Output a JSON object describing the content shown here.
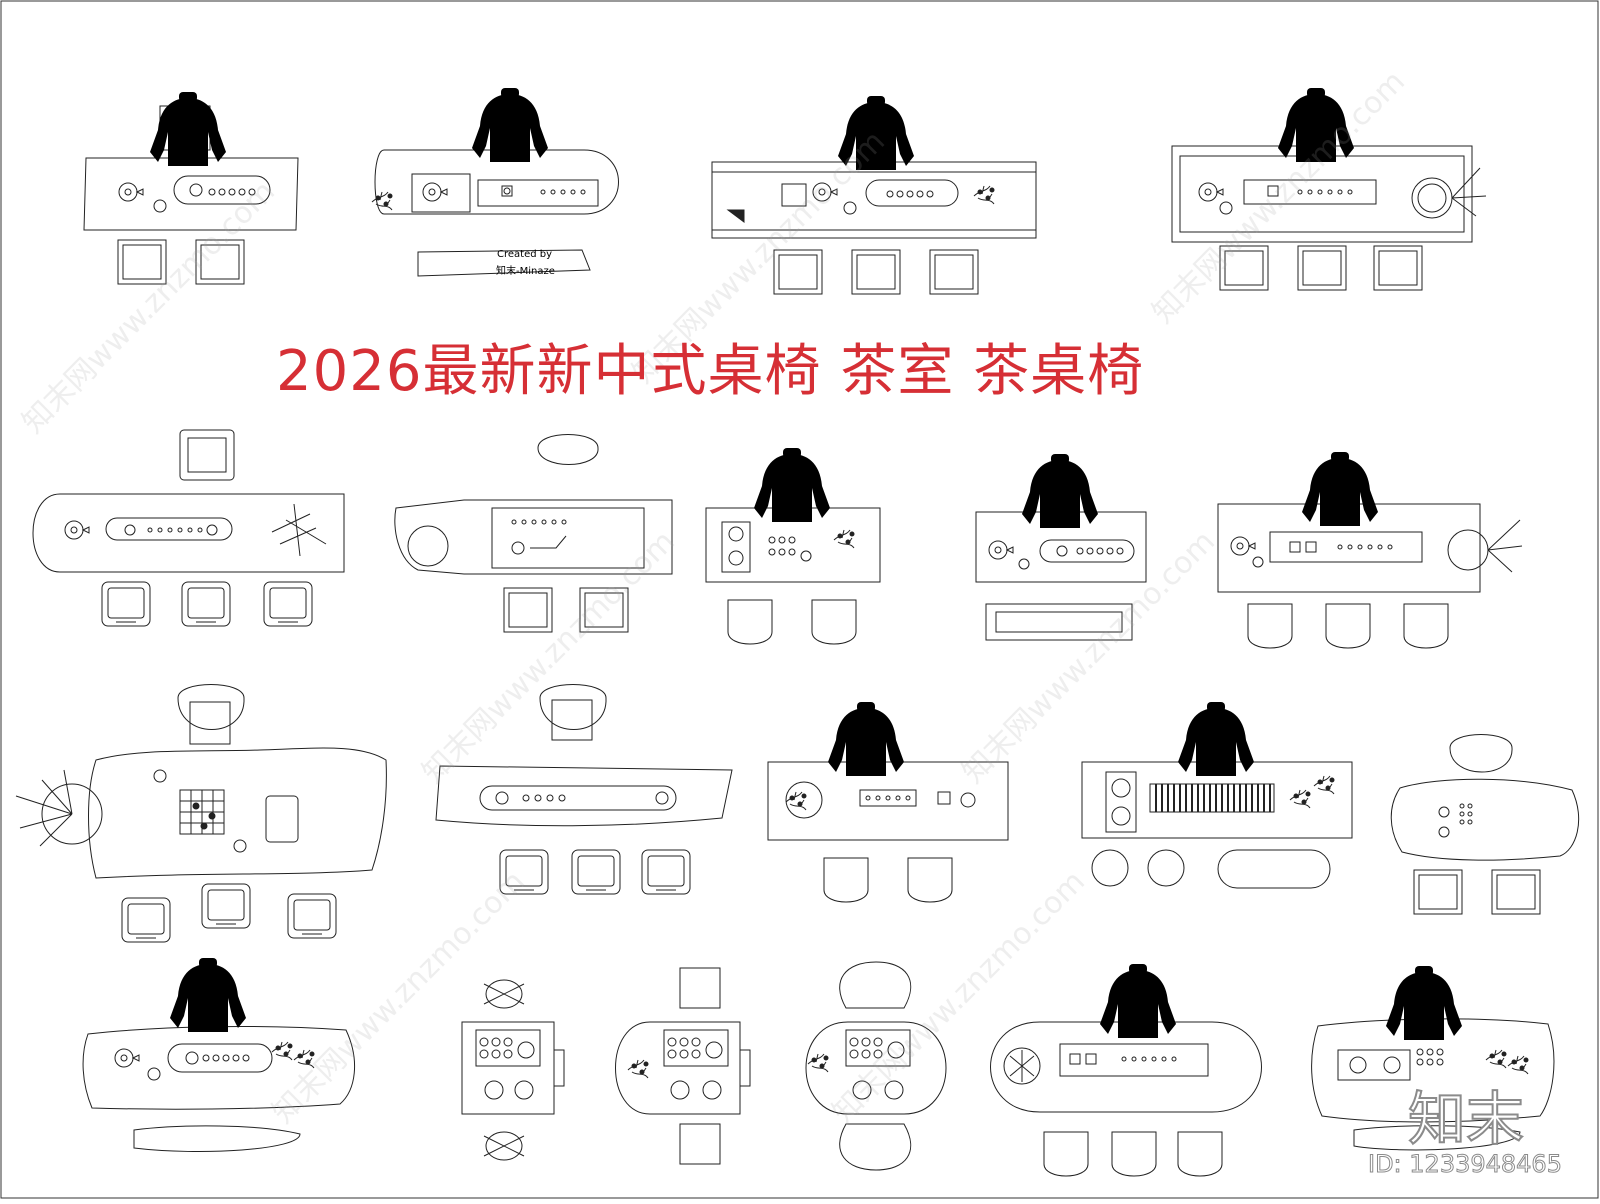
{
  "title": "2026最新新中式桌椅 茶室 茶桌椅",
  "credit": {
    "line1": "Created by",
    "line2": "知末-Minaze"
  },
  "brand": "知末",
  "image_id": "ID: 1233948465",
  "watermark": "知末网www.znzmo.com",
  "colors": {
    "title": "#d62f35",
    "line": "#222222",
    "silhouette": "#000000"
  }
}
